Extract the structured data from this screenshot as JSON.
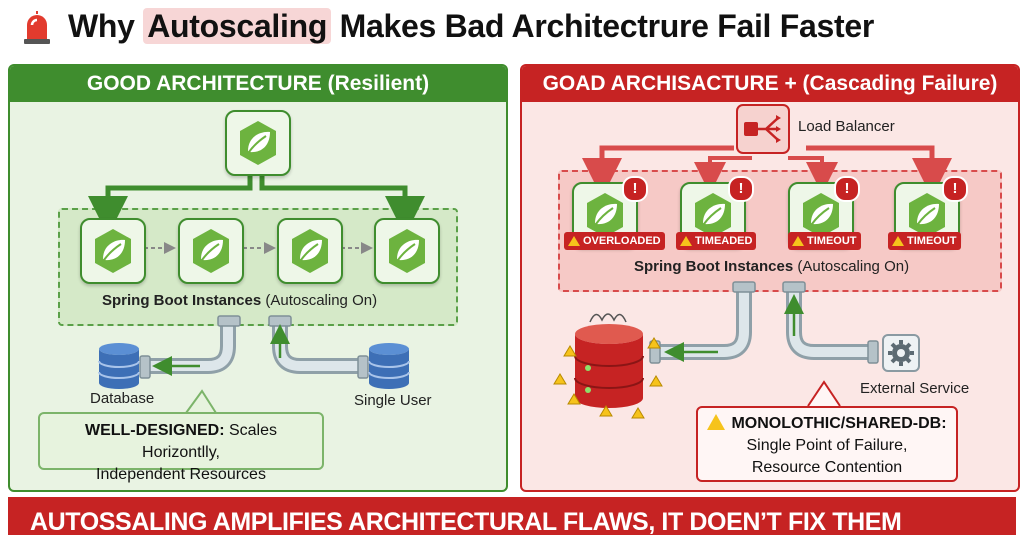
{
  "title": {
    "prefix": "Why ",
    "highlight": "Autoscaling",
    "suffix": " Makes Bad Architectrure Fail Faster",
    "siren_icon": "siren-icon"
  },
  "good": {
    "header": "GOOD ARCHITECTURE (Resilient)",
    "instances_label_bold": "Spring Boot Instances",
    "instances_label_rest": " (Autoscaling On)",
    "database_label": "Database",
    "user_label": "Single User",
    "callout_bold": "WELL-DESIGNED:",
    "callout_rest": " Scales Horizontlly,",
    "callout_line2": "Independent Resources"
  },
  "bad": {
    "header": "GOAD ARCHISACTURE + (Cascading Failure)",
    "load_balancer_label": "Load Balancer",
    "instances_label_bold": "Spring Boot Instances",
    "instances_label_rest": " (Autoscaling On)",
    "statuses": [
      "OVERLOADED",
      "TIMEADED",
      "TIMEOUT",
      "TIMEOUT"
    ],
    "warning_mark": "!",
    "external_label": "External Service",
    "callout_bold": "MONOLOTHIC/SHARED-DB:",
    "callout_line2": "Single Point of Failure,",
    "callout_line3": "Resource Contention"
  },
  "banner": "AUTOSSALING AMPLIFIES ARCHITECTURAL FLAWS, IT DOEN’T FIX THEM",
  "colors": {
    "good_green": "#3f8d2e",
    "bad_red": "#c62323",
    "spring_leaf": "#6db33f",
    "db_blue": "#3d6fb6",
    "warning_yellow": "#f6c31b"
  }
}
